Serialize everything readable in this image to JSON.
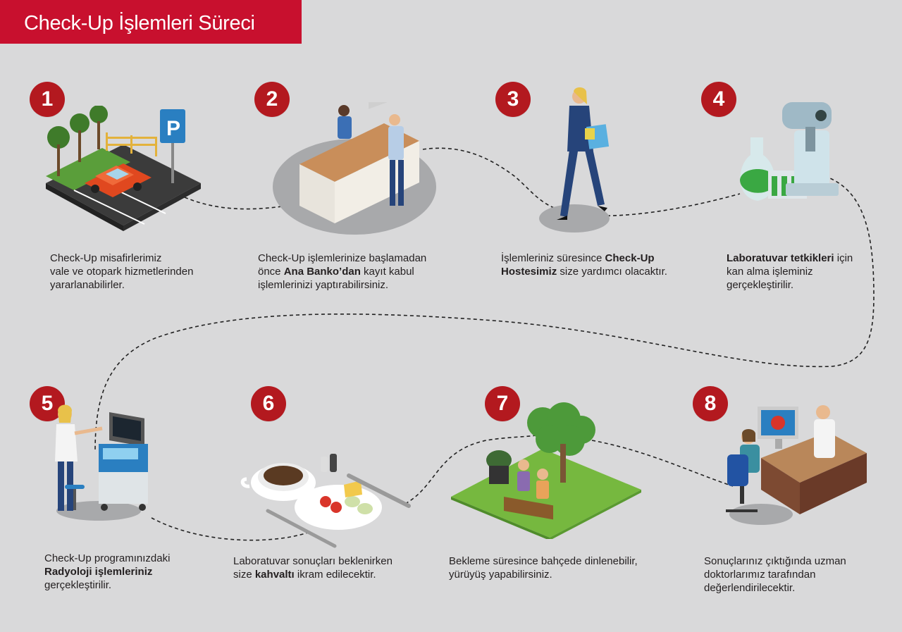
{
  "title": "Check-Up İşlemleri Süreci",
  "steps": [
    {
      "number": "1",
      "lines": [
        [
          {
            "t": "Check-Up misafirlerimiz",
            "b": false
          }
        ],
        [
          {
            "t": "vale ve otopark hizmetlerinden",
            "b": false
          }
        ],
        [
          {
            "t": "yararlanabilirler.",
            "b": false
          }
        ]
      ]
    },
    {
      "number": "2",
      "lines": [
        [
          {
            "t": "Check-Up işlemlerinize başlamadan",
            "b": false
          }
        ],
        [
          {
            "t": "önce ",
            "b": false
          },
          {
            "t": "Ana Banko’dan",
            "b": true
          },
          {
            "t": " kayıt kabul",
            "b": false
          }
        ],
        [
          {
            "t": "işlemlerinizi yaptırabilirsiniz.",
            "b": false
          }
        ]
      ]
    },
    {
      "number": "3",
      "lines": [
        [
          {
            "t": "İşlemleriniz süresince ",
            "b": false
          },
          {
            "t": "Check-Up",
            "b": true
          }
        ],
        [
          {
            "t": "Hostesimiz",
            "b": true
          },
          {
            "t": " size yardımcı olacaktır.",
            "b": false
          }
        ]
      ]
    },
    {
      "number": "4",
      "lines": [
        [
          {
            "t": "Laboratuvar tetkikleri",
            "b": true
          },
          {
            "t": " için",
            "b": false
          }
        ],
        [
          {
            "t": "kan alma işleminiz",
            "b": false
          }
        ],
        [
          {
            "t": "gerçekleştirilir.",
            "b": false
          }
        ]
      ]
    },
    {
      "number": "5",
      "lines": [
        [
          {
            "t": "Check-Up programınızdaki",
            "b": false
          }
        ],
        [
          {
            "t": "Radyoloji işlemleriniz",
            "b": true
          }
        ],
        [
          {
            "t": "gerçekleştirilir.",
            "b": false
          }
        ]
      ]
    },
    {
      "number": "6",
      "lines": [
        [
          {
            "t": "Laboratuvar sonuçları beklenirken",
            "b": false
          }
        ],
        [
          {
            "t": "size ",
            "b": false
          },
          {
            "t": "kahvaltı",
            "b": true
          },
          {
            "t": " ikram edilecektir.",
            "b": false
          }
        ]
      ]
    },
    {
      "number": "7",
      "lines": [
        [
          {
            "t": "Bekleme süresince bahçede dinlenebilir,",
            "b": false
          }
        ],
        [
          {
            "t": "yürüyüş yapabilirsiniz.",
            "b": false
          }
        ]
      ]
    },
    {
      "number": "8",
      "lines": [
        [
          {
            "t": "Sonuçlarınız çıktığında uzman",
            "b": false
          }
        ],
        [
          {
            "t": "doktorlarımız tarafından",
            "b": false
          }
        ],
        [
          {
            "t": "değerlendirilecektir.",
            "b": false
          }
        ]
      ]
    }
  ],
  "colors": {
    "accent": "#c8102e",
    "badge": "#b3191f",
    "background": "#d9d9da",
    "text": "#231f20"
  },
  "icons": [
    "parking-car-icon",
    "reception-desk-icon",
    "hostess-icon",
    "laboratory-icon",
    "radiology-icon",
    "breakfast-icon",
    "garden-icon",
    "doctor-consultation-icon"
  ]
}
